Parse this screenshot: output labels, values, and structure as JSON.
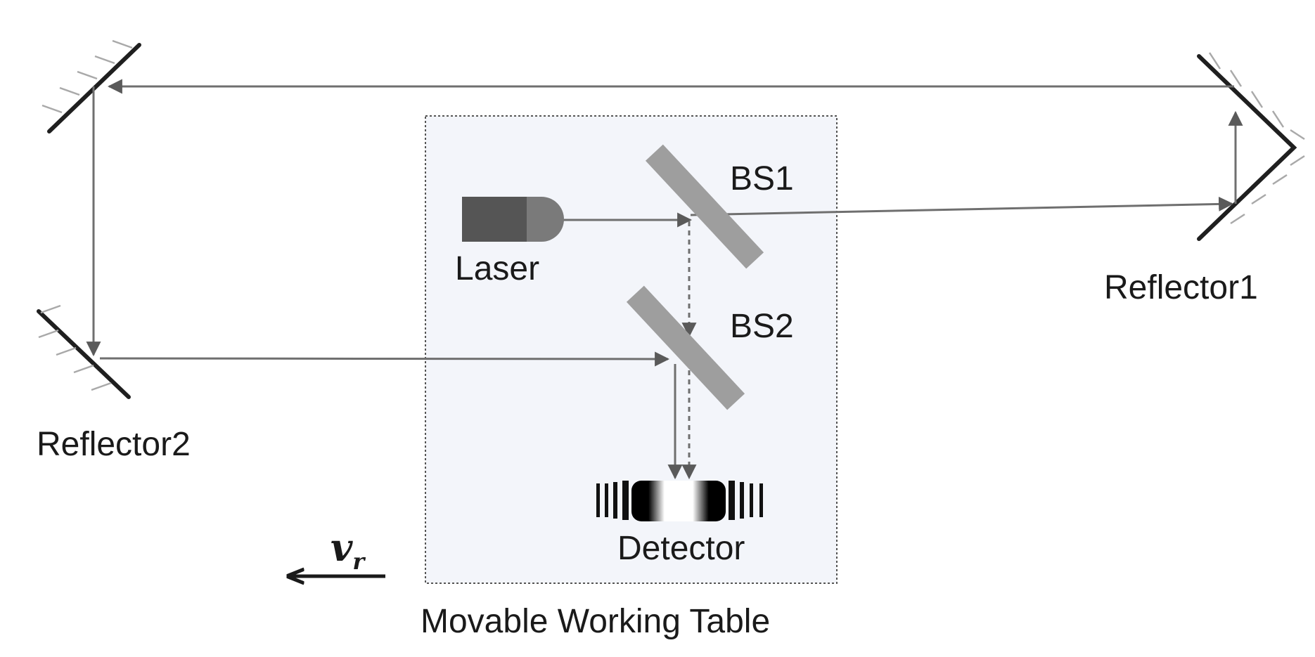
{
  "labels": {
    "laser": "Laser",
    "bs1": "BS1",
    "bs2": "BS2",
    "reflector1": "Reflector1",
    "reflector2": "Reflector2",
    "detector": "Detector",
    "table": "Movable Working Table",
    "velocity_symbol": "v",
    "velocity_subscript": "r"
  },
  "colors": {
    "beam": "#6f6f6f",
    "mirror": "#1f1f1f",
    "beam_splitter": "#9e9e9e",
    "laser_body": "#555555",
    "laser_tip": "#7a7a7a",
    "table_fill": "#f3f5fa",
    "table_border": "#555555"
  }
}
